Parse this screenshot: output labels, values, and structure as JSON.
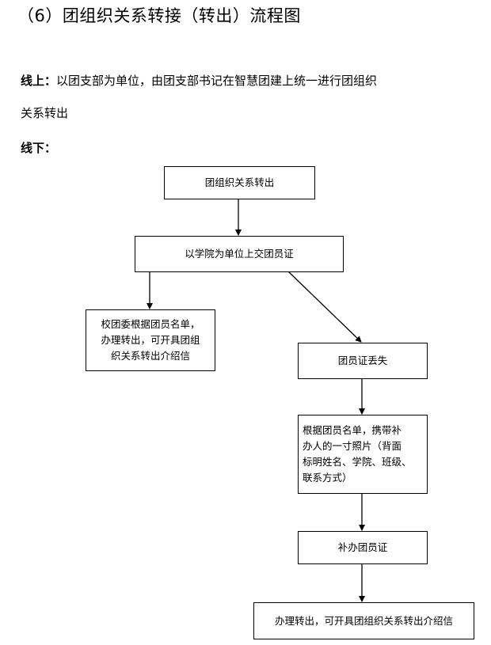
{
  "title": "（6）团组织关系转接（转出）流程图",
  "online": {
    "label": "线上：",
    "text_line1": "以团支部为单位，由团支部书记在智慧团建上统一进行团组织",
    "text_line2": "关系转出"
  },
  "offline": {
    "label": "线下："
  },
  "flowchart": {
    "nodes": [
      {
        "id": "start",
        "text": "团组织关系转出"
      },
      {
        "id": "submit",
        "text": "以学院为单位上交团员证"
      },
      {
        "id": "transfer",
        "lines": [
          "校团委根据团员名单，",
          "办理转出，可开具团组",
          "织关系转出介绍信"
        ]
      },
      {
        "id": "lost",
        "text": "团员证丢失"
      },
      {
        "id": "materials",
        "lines": [
          "根据团员名单，携带补",
          "办人的一寸照片（背面",
          "标明姓名、学院、班级、",
          "联系方式）"
        ]
      },
      {
        "id": "reissue",
        "text": "补办团员证"
      },
      {
        "id": "final",
        "text": "办理转出，可开具团组织关系转出介绍信"
      }
    ],
    "edges": [
      [
        "start",
        "submit"
      ],
      [
        "submit",
        "transfer"
      ],
      [
        "submit",
        "lost"
      ],
      [
        "lost",
        "materials"
      ],
      [
        "materials",
        "reissue"
      ],
      [
        "reissue",
        "final"
      ]
    ]
  }
}
